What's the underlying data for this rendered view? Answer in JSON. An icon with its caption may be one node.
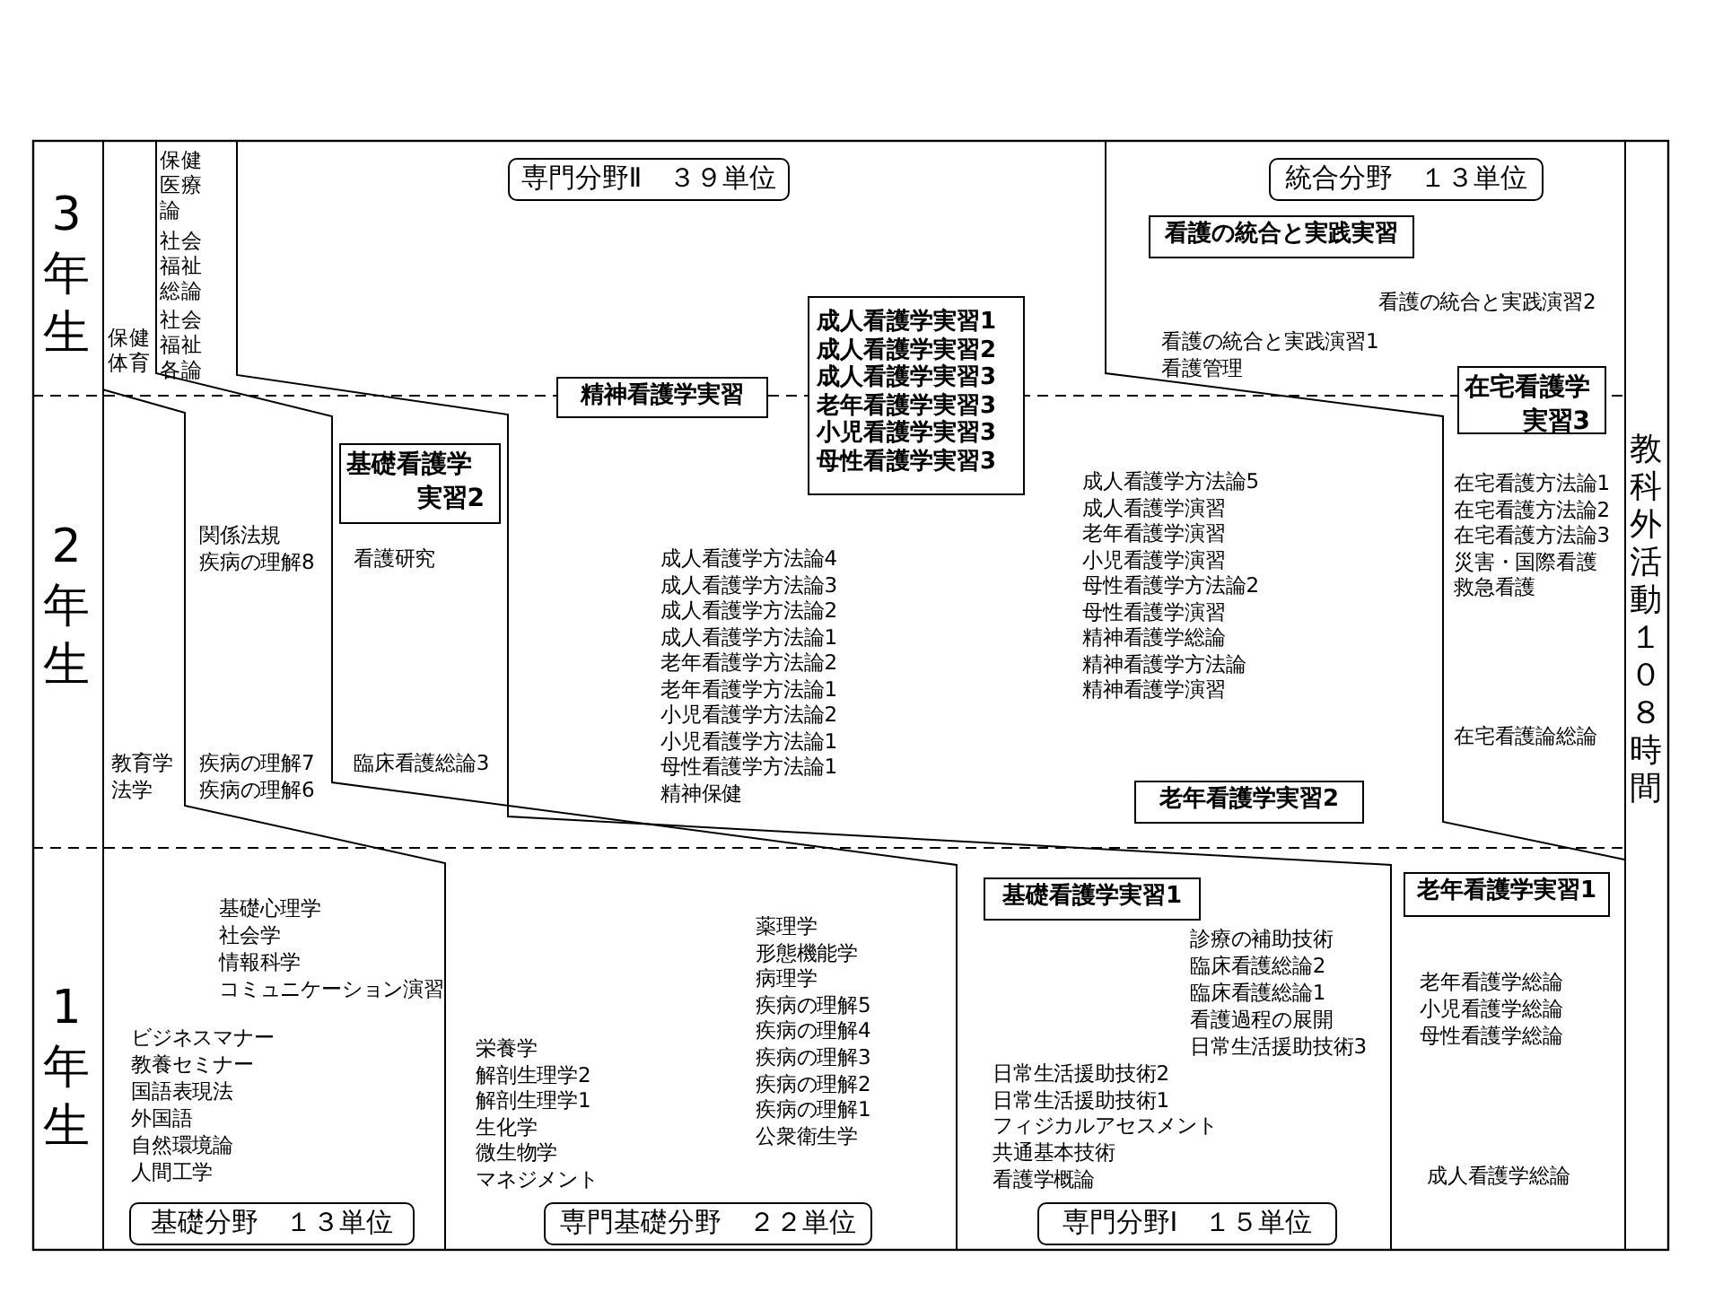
{
  "diagram": {
    "nodes": [
      {
        "text": [
          "専門分野Ⅱ　３９単位"
        ]
      },
      {
        "text": [
          "統合分野　１３単位"
        ]
      },
      {
        "text": [
          "看護の統合と実践実習"
        ]
      },
      {
        "text": [
          "精神看護学実習"
        ]
      },
      {
        "text": [
          "成人看護学実習1",
          "成人看護学実習2",
          "成人看護学実習3",
          "老年看護学実習3",
          "小児看護学実習3",
          "母性看護学実習3"
        ]
      },
      {
        "text": [
          "在宅看護学実習3"
        ]
      },
      {
        "text": [
          "基礎看護学実習2"
        ]
      },
      {
        "text": [
          "老年看護学実習2"
        ]
      },
      {
        "text": [
          "基礎看護学実習1"
        ]
      },
      {
        "text": [
          "老年看護学実習1"
        ]
      },
      {
        "text": [
          "基礎分野　１３単位"
        ]
      },
      {
        "text": [
          "専門基礎分野　２２単位"
        ]
      },
      {
        "text": [
          "専門分野Ⅰ　１５単位"
        ]
      }
    ],
    "labels": [
      "3年生",
      "保健医療論",
      "社会福祉総論",
      "社会福祉各論",
      "保健体育",
      "看護の統合と実践演習2",
      "看護の統合と実践演習1",
      "看護管理",
      "2年生",
      "関係法規",
      "疾病の理解8",
      "看護研究",
      "成人看護学方法論4",
      "成人看護学方法論3",
      "成人看護学方法論2",
      "成人看護学方法論1",
      "老年看護学方法論2",
      "老年看護学方法論1",
      "小児看護学方法論2",
      "小児看護学方法論1",
      "母性看護学方法論1",
      "精神保健",
      "成人看護学方法論5",
      "成人看護学演習",
      "老年看護学演習",
      "小児看護学演習",
      "母性看護学方法論2",
      "母性看護学演習",
      "精神看護学総論",
      "精神看護学方法論",
      "精神看護学演習",
      "在宅看護方法論1",
      "在宅看護方法論2",
      "在宅看護方法論3",
      "災害・国際看護",
      "救急看護",
      "在宅看護論総論",
      "教育学",
      "法学",
      "疾病の理解7",
      "疾病の理解6",
      "臨床看護総論3",
      "教科外活動１０８時間",
      "1年生",
      "基礎心理学",
      "社会学",
      "情報科学",
      "コミュニケーション演習",
      "ビジネスマナー",
      "教養セミナー",
      "国語表現法",
      "外国語",
      "自然環境論",
      "人間工学",
      "栄養学",
      "解剖生理学2",
      "解剖生理学1",
      "生化学",
      "微生物学",
      "マネジメント",
      "薬理学",
      "形態機能学",
      "病理学",
      "疾病の理解5",
      "疾病の理解4",
      "疾病の理解3",
      "疾病の理解2",
      "疾病の理解1",
      "公衆衛生学",
      "診療の補助技術",
      "臨床看護総論2",
      "臨床看護総論1",
      "看護過程の展開",
      "日常生活援助技術3",
      "日常生活援助技術2",
      "日常生活援助技術1",
      "フィジカルアセスメント",
      "共通基本技術",
      "看護学概論",
      "老年看護学総論",
      "小児看護学総論",
      "母性看護学総論",
      "成人看護学総論"
    ]
  }
}
